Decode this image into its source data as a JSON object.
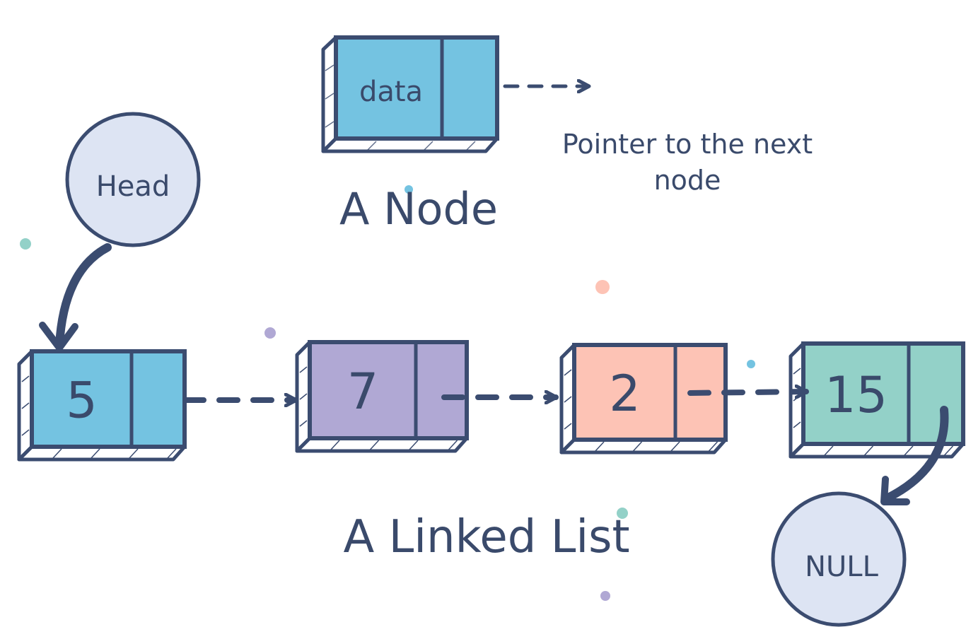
{
  "colors": {
    "ink": "#3b4c70",
    "text": "#3a4a6b",
    "blue": "#74c3e1",
    "purple": "#b0a8d4",
    "salmon": "#fdc3b5",
    "teal": "#93d1c8",
    "circle": "#dde4f3",
    "white": "#ffffff"
  },
  "legend": {
    "data_label": "data",
    "pointer_label_line1": "Pointer to the next",
    "pointer_label_line2": "node",
    "caption": "A Node"
  },
  "list": {
    "caption": "A Linked List",
    "head_label": "Head",
    "null_label": "NULL",
    "nodes": [
      {
        "value": "5",
        "color": "#74c3e1"
      },
      {
        "value": "7",
        "color": "#b0a8d4"
      },
      {
        "value": "2",
        "color": "#fdc3b5"
      },
      {
        "value": "15",
        "color": "#93d1c8"
      }
    ]
  }
}
